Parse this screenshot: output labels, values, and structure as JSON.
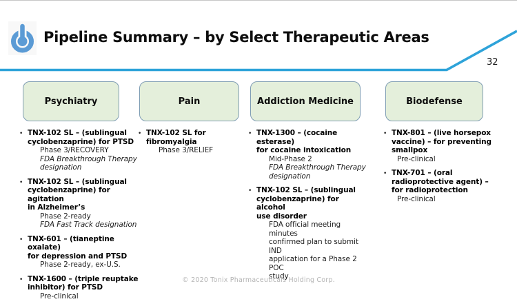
{
  "slide": {
    "title": "Pipeline Summary – by Select Therapeutic Areas",
    "page_number": "32",
    "footer": "© 2020 Tonix Pharmaceuticals Holding Corp.",
    "logo_icon": "power-icon",
    "accent_line_color": "#2ea3d9",
    "logo_color": "#5b9bd5",
    "header_box_fill": "#e4efdb",
    "header_box_border": "#7f9db3"
  },
  "ui": {
    "bullet_glyph": "•"
  },
  "columns": [
    {
      "header": "Psychiatry",
      "items": [
        {
          "title": "TNX-102 SL – (sublingual\ncyclobenzaprine) for PTSD",
          "lines": [
            {
              "text": "Phase 3/RECOVERY",
              "italic": false
            },
            {
              "text": "FDA Breakthrough Therapy\ndesignation",
              "italic": true
            }
          ]
        },
        {
          "title": "TNX-102 SL – (sublingual\ncyclobenzaprine) for agitation\nin Alzheimer’s",
          "lines": [
            {
              "text": "Phase 2-ready",
              "italic": false
            },
            {
              "text": "FDA Fast Track designation",
              "italic": true
            }
          ]
        },
        {
          "title": "TNX-601 – (tianeptine oxalate)\nfor depression and PTSD",
          "lines": [
            {
              "text": "Phase 2-ready, ex-U.S.",
              "italic": false
            }
          ]
        },
        {
          "title": "TNX-1600 – (triple reuptake\ninhibitor) for PTSD",
          "lines": [
            {
              "text": "Pre-clinical",
              "italic": false
            }
          ]
        }
      ]
    },
    {
      "header": "Pain",
      "items": [
        {
          "title": "TNX-102 SL for\nfibromyalgia",
          "lines": [
            {
              "text": "Phase 3/RELIEF",
              "italic": false
            }
          ]
        }
      ]
    },
    {
      "header": "Addiction Medicine",
      "items": [
        {
          "title": "TNX-1300 – (cocaine esterase)\nfor cocaine intoxication",
          "lines": [
            {
              "text": "Mid-Phase 2",
              "italic": false
            },
            {
              "text": "FDA Breakthrough Therapy\ndesignation",
              "italic": true
            }
          ]
        },
        {
          "title": "TNX-102 SL – (sublingual\ncyclobenzaprine) for alcohol\nuse disorder",
          "lines": [
            {
              "text": "FDA official meeting minutes\nconfirmed plan to submit IND\napplication for a Phase 2 POC\nstudy",
              "italic": false
            }
          ]
        }
      ]
    },
    {
      "header": "Biodefense",
      "items": [
        {
          "title": "TNX-801 – (live horsepox\nvaccine) – for preventing\nsmallpox",
          "lines": [
            {
              "text": "Pre-clinical",
              "italic": false
            }
          ]
        },
        {
          "title": "TNX-701 – (oral\nradioprotective agent) –\nfor radioprotection",
          "lines": [
            {
              "text": "Pre-clinical",
              "italic": false
            }
          ]
        }
      ]
    }
  ]
}
